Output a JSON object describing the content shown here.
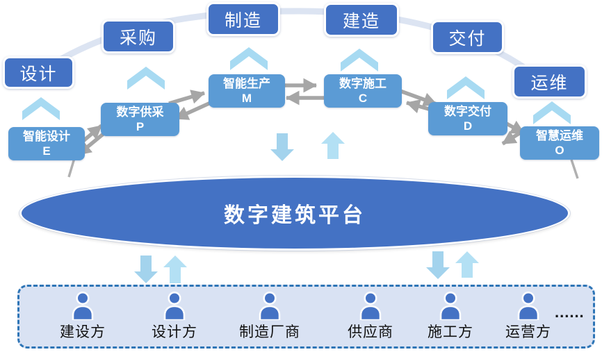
{
  "diagram_title": "数字建筑平台",
  "phases": [
    "设计",
    "采购",
    "制造",
    "建造",
    "交付",
    "运维"
  ],
  "digital_systems": [
    {
      "name": "智能设计",
      "code": "E"
    },
    {
      "name": "数字供采",
      "code": "P"
    },
    {
      "name": "智能生产",
      "code": "M"
    },
    {
      "name": "数字施工",
      "code": "C"
    },
    {
      "name": "数字交付",
      "code": "D"
    },
    {
      "name": "智慧运维",
      "code": "O"
    }
  ],
  "platform": {
    "label": "数字建筑平台"
  },
  "stakeholders": [
    "建设方",
    "设计方",
    "制造厂商",
    "供应商",
    "施工方",
    "运营方"
  ],
  "ellipsis": "......",
  "icons": {
    "person": "person-icon",
    "chevron": "chevron-up-icon",
    "down_block_arrow": "down-arrow-icon",
    "up_block_arrow": "up-arrow-icon",
    "flow_arrow": "double-gray-arrow-icon"
  },
  "colors": {
    "phase_box": "#4472C4",
    "system_box": "#5B9BD5",
    "platform_fill": "#4472C4",
    "process_arc": "#DCE4F2",
    "chevron": "#A7DAF2",
    "flow_arrow_gray": "#A6A6A6",
    "block_arrow_down": "#A3D3ED",
    "block_arrow_up": "#B3E0F4",
    "panel_fill": "#D9E2F3",
    "panel_border": "#2E75B6",
    "person": "#4472C4",
    "label_text": "#111111"
  }
}
